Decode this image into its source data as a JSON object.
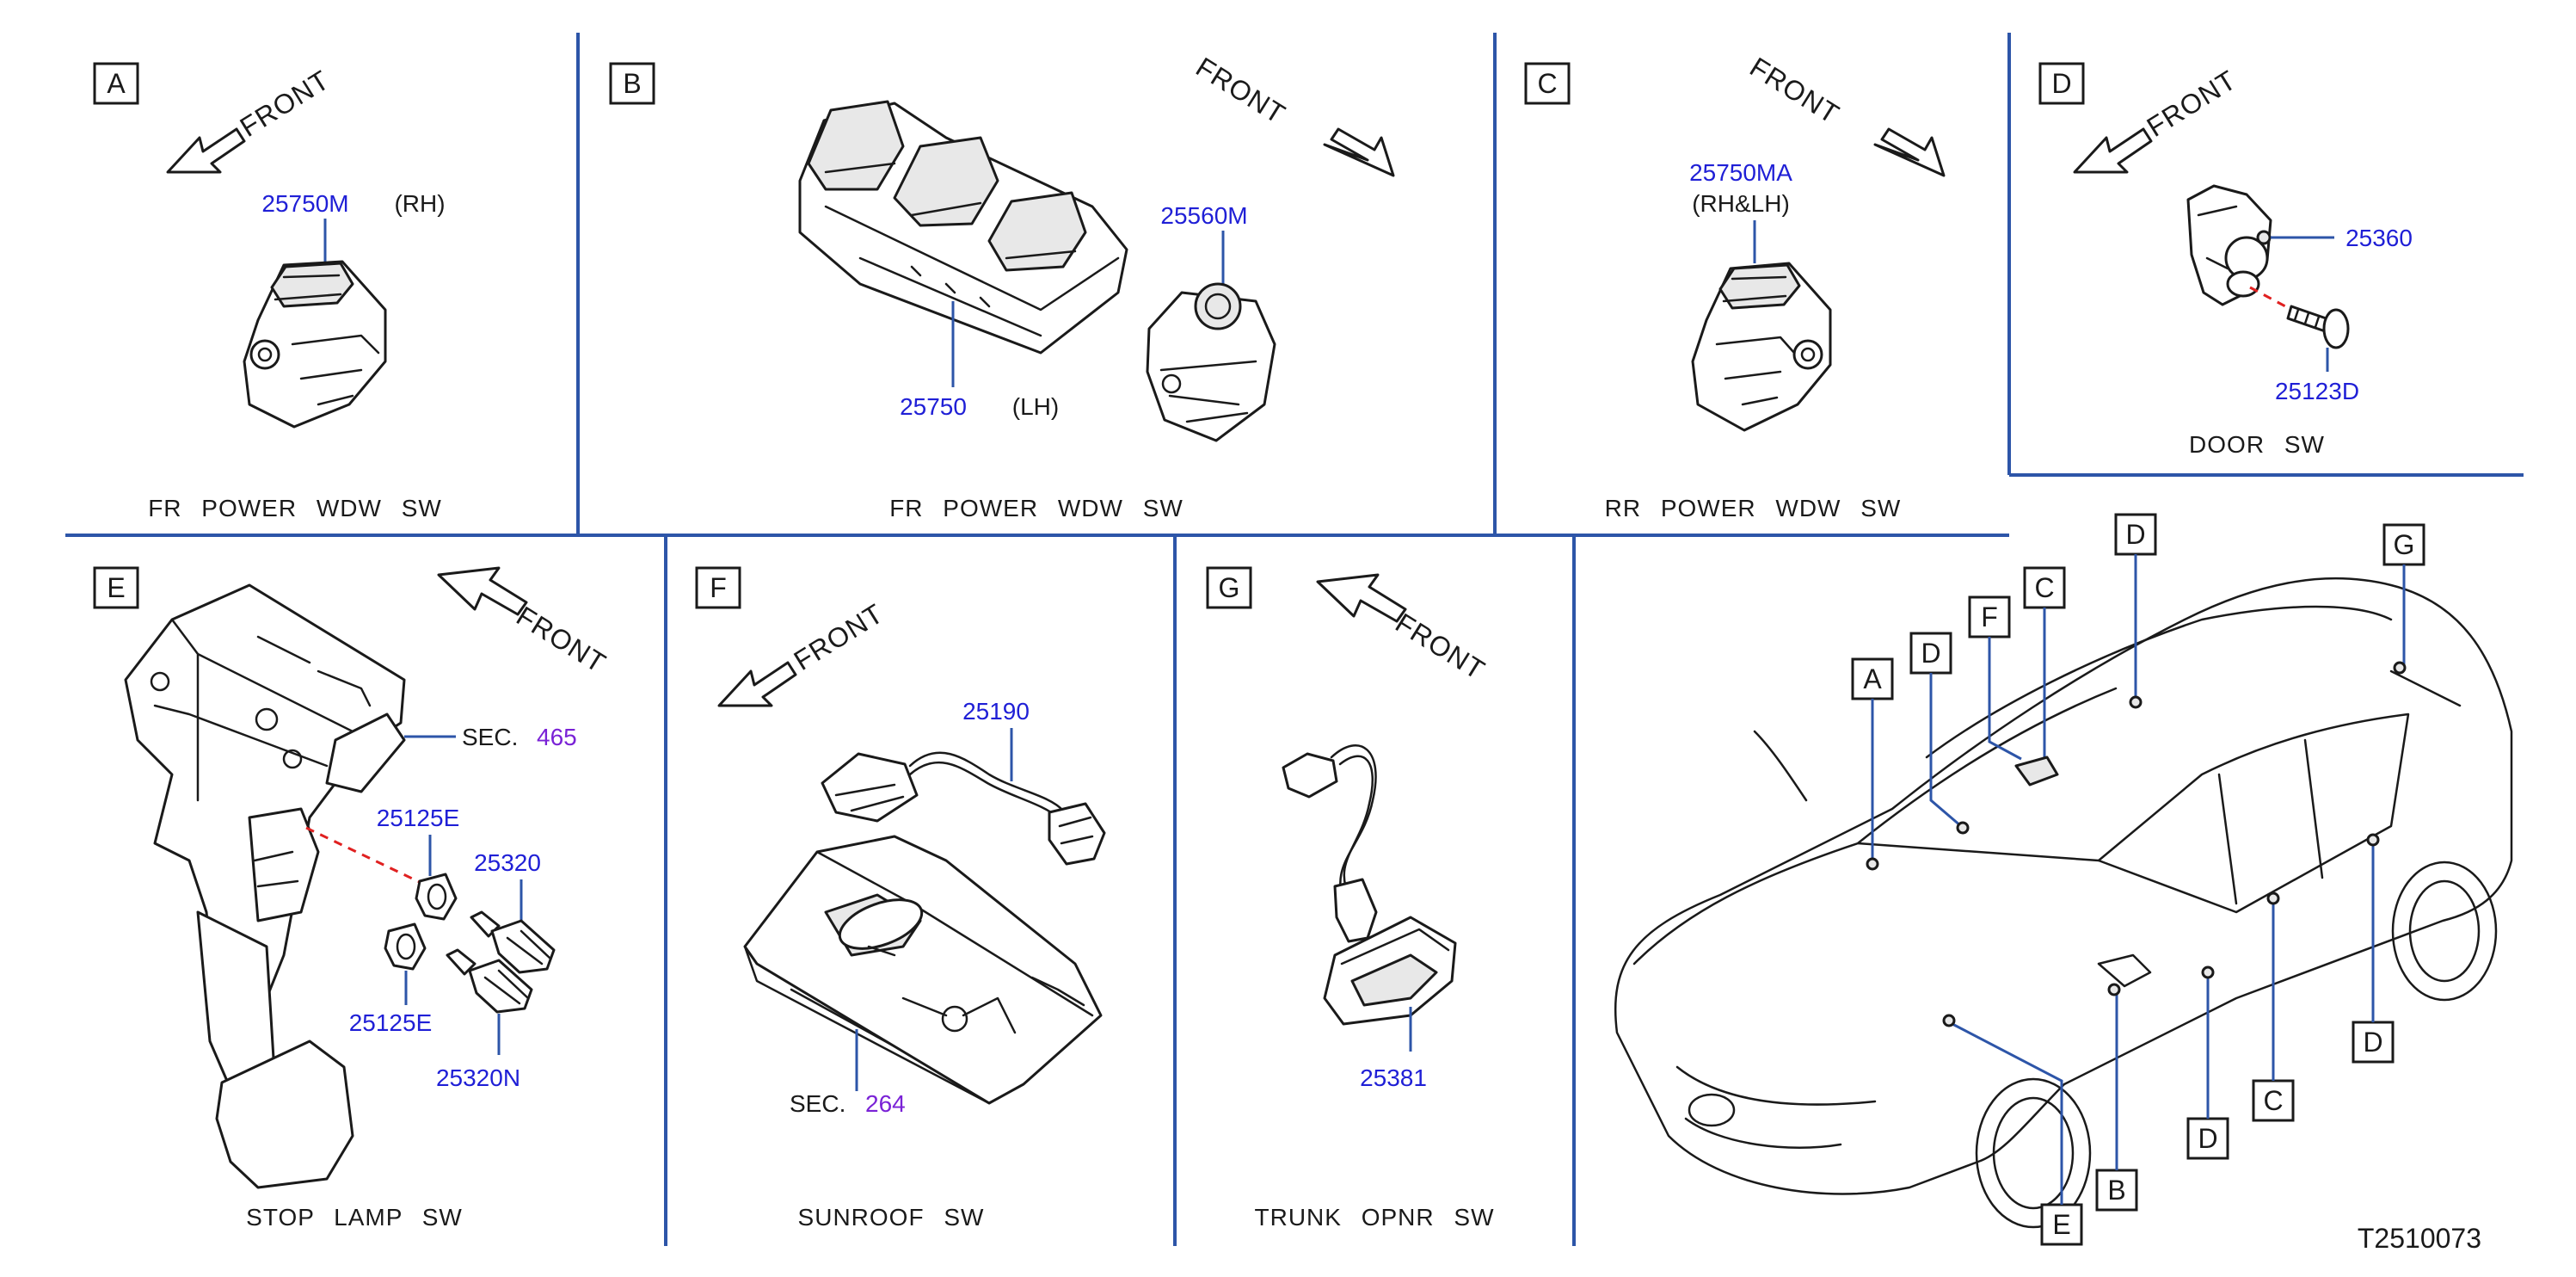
{
  "drawing_id": "T2510073",
  "front_label": "FRONT",
  "panels": {
    "A": {
      "letter": "A",
      "parts": [
        "25750M"
      ],
      "note": "(RH)",
      "caption": "FR POWER WDW SW"
    },
    "B": {
      "letter": "B",
      "parts": [
        "25750",
        "25560M"
      ],
      "note": "(LH)",
      "caption": "FR POWER WDW SW"
    },
    "C": {
      "letter": "C",
      "parts": [
        "25750MA"
      ],
      "note": "(RH&LH)",
      "caption": "RR POWER WDW SW"
    },
    "D": {
      "letter": "D",
      "parts": [
        "25360",
        "25123D"
      ],
      "caption": "DOOR SW"
    },
    "E": {
      "letter": "E",
      "parts": [
        "25125E",
        "25320",
        "25125E",
        "25320N"
      ],
      "sec_prefix": "SEC.",
      "sec_num": "465",
      "caption": "STOP LAMP SW"
    },
    "F": {
      "letter": "F",
      "parts": [
        "25190"
      ],
      "sec_prefix": "SEC.",
      "sec_num": "264",
      "caption": "SUNROOF SW"
    },
    "G": {
      "letter": "G",
      "parts": [
        "25381"
      ],
      "caption": "TRUNK OPNR SW"
    }
  },
  "vehicle_callouts": [
    "A",
    "D",
    "F",
    "C",
    "D",
    "G",
    "B",
    "E",
    "D",
    "C",
    "D"
  ],
  "colors": {
    "part_number": "#1f1fd6",
    "section_ref": "#7a22d6",
    "divider": "#2d55a8",
    "dashed_guide": "#e02020"
  }
}
